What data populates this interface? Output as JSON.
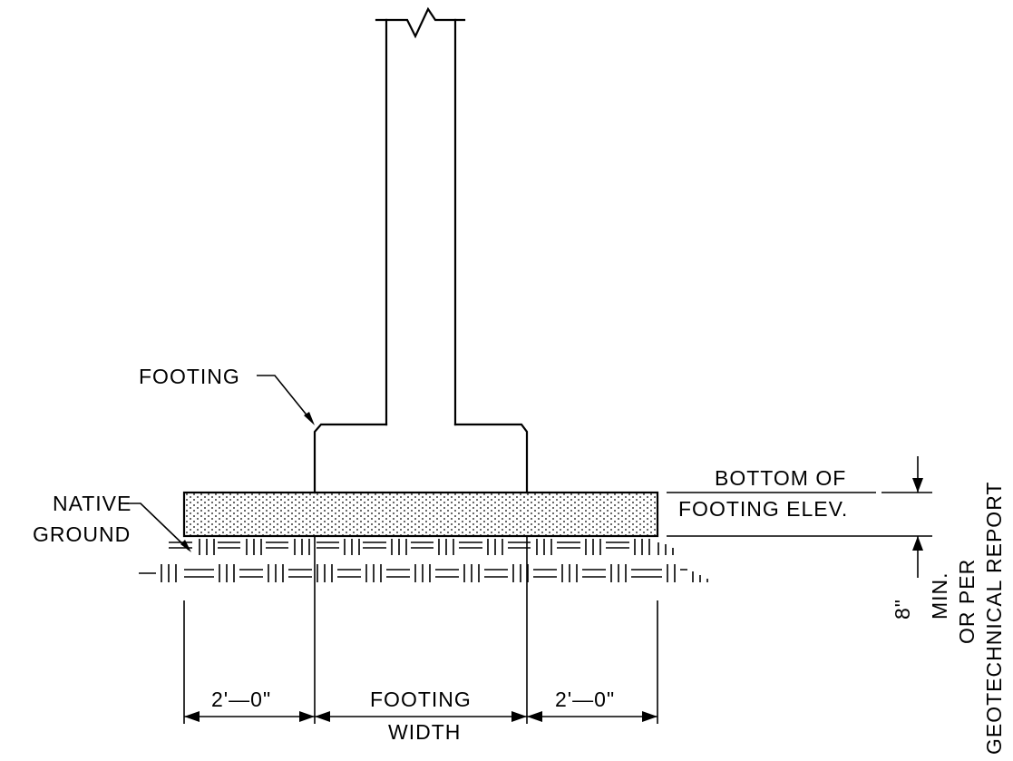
{
  "labels": {
    "footing_callout": "FOOTING",
    "native_line1": "NATIVE",
    "native_line2": "GROUND",
    "bottom_line1": "BOTTOM  OF",
    "bottom_line2": "FOOTING  ELEV.",
    "left_offset": "2'—0\"",
    "right_offset": "2'—0\"",
    "footing_width_line1": "FOOTING",
    "footing_width_line2": "WIDTH",
    "depth_value": "8\"",
    "depth_line1": "MIN.",
    "depth_line2": "OR PER",
    "depth_line3": "GEOTECHNICAL REPORT"
  },
  "colors": {
    "line": "#000000",
    "background": "#ffffff"
  }
}
